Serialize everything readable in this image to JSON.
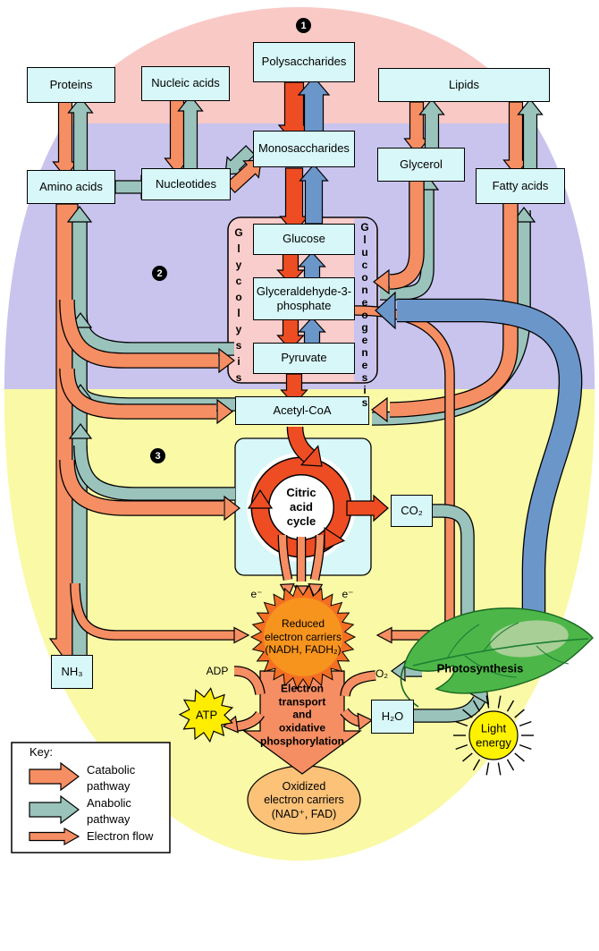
{
  "badges": {
    "one": "1",
    "two": "2",
    "three": "3"
  },
  "boxes": {
    "polysaccharides": "Polysaccharides",
    "proteins": "Proteins",
    "nucleic_acids": "Nucleic acids",
    "lipids": "Lipids",
    "monosaccharides": "Monosaccharides",
    "glycerol": "Glycerol",
    "amino_acids": "Amino acids",
    "nucleotides": "Nucleotides",
    "fatty_acids": "Fatty acids",
    "glucose": "Glucose",
    "g3p": "Glyceraldehyde-3-phosphate",
    "pyruvate": "Pyruvate",
    "acetyl_coa": "Acetyl-CoA",
    "co2": "CO₂",
    "nh3": "NH₃",
    "h2o": "H₂O"
  },
  "pathway_labels": {
    "glycolysis": "Glycolysis",
    "gluconeogenesis": "Gluconeogenesis"
  },
  "citric_cycle": {
    "line1": "Citric",
    "line2": "acid",
    "line3": "cycle"
  },
  "reduced_carriers": {
    "line1": "Reduced",
    "line2": "electron carriers",
    "line3": "(NADH, FADH₂)"
  },
  "oxidized_carriers": {
    "line1": "Oxidized",
    "line2": "electron carriers",
    "line3": "(NAD⁺, FAD)"
  },
  "electron_transport": {
    "line1": "Electron",
    "line2": "transport",
    "line3": "and",
    "line4": "oxidative",
    "line5": "phosphorylation"
  },
  "labels": {
    "electron_left": "e⁻",
    "electron_right": "e⁻",
    "adp": "ADP",
    "atp": "ATP",
    "o2": "O₂",
    "photosynthesis": "Photosynthesis",
    "light_energy": "Light energy"
  },
  "key": {
    "title": "Key:",
    "catabolic": "Catabolic pathway",
    "anabolic": "Anabolic pathway",
    "electron_flow": "Electron flow"
  },
  "colors": {
    "pink_zone": "#f9c9c6",
    "lavender_zone": "#c8c4ee",
    "yellow_zone": "#faf9a6",
    "box_fill": "#d8f7f8",
    "panel_pink": "#f9cdcb",
    "catabolic_red": "#ee4d23",
    "catabolic_salmon": "#f68e63",
    "anabolic_teal": "#9ac3bc",
    "photo_blue": "#6b96ca",
    "star_outer": "#f36f24",
    "star_inner": "#f7941e",
    "atp_yellow": "#ffed00",
    "oxidized_fill": "#fbc278",
    "leaf_green": "#4cb748",
    "leaf_light": "#b7d3a4",
    "sun_yellow": "#fff200"
  }
}
